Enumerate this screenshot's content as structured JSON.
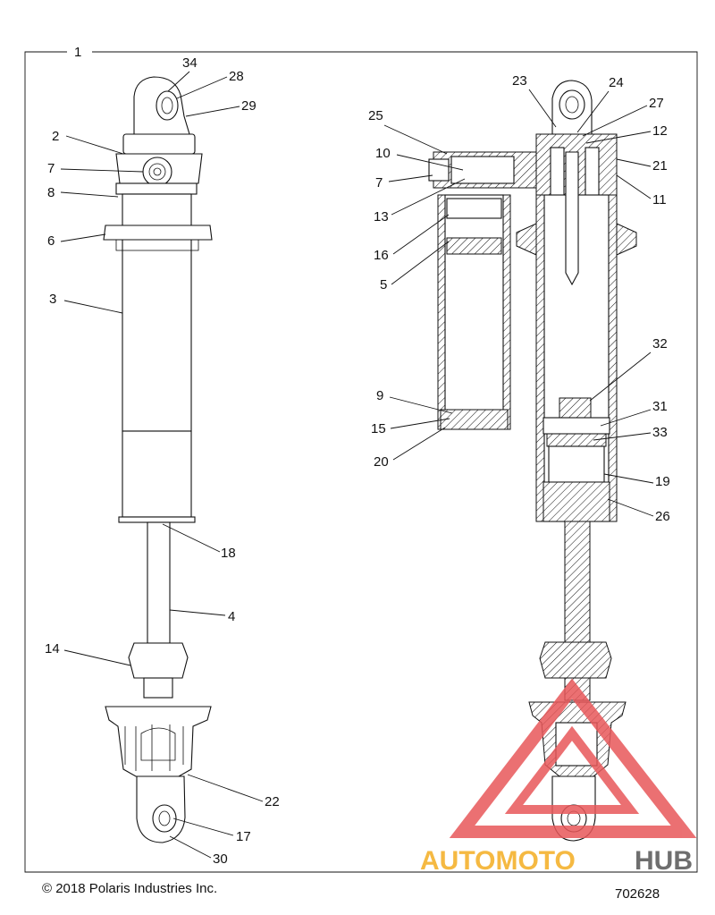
{
  "callouts": [
    {
      "id": "1"
    },
    {
      "id": "34"
    },
    {
      "id": "28"
    },
    {
      "id": "29"
    },
    {
      "id": "2"
    },
    {
      "id": "7"
    },
    {
      "id": "8"
    },
    {
      "id": "6"
    },
    {
      "id": "3"
    },
    {
      "id": "18"
    },
    {
      "id": "4"
    },
    {
      "id": "14"
    },
    {
      "id": "22"
    },
    {
      "id": "17"
    },
    {
      "id": "30"
    },
    {
      "id": "23"
    },
    {
      "id": "24"
    },
    {
      "id": "27"
    },
    {
      "id": "25"
    },
    {
      "id": "12"
    },
    {
      "id": "10"
    },
    {
      "id": "21"
    },
    {
      "id": "7"
    },
    {
      "id": "11"
    },
    {
      "id": "13"
    },
    {
      "id": "16"
    },
    {
      "id": "5"
    },
    {
      "id": "32"
    },
    {
      "id": "9"
    },
    {
      "id": "31"
    },
    {
      "id": "15"
    },
    {
      "id": "33"
    },
    {
      "id": "20"
    },
    {
      "id": "19"
    },
    {
      "id": "26"
    }
  ],
  "footer": {
    "copyright": "© 2018 Polaris Industries Inc.",
    "diagram_number": "702628"
  },
  "watermark": {
    "text_a": "AUTOMOTO",
    "text_b": "HUB",
    "color_a": "#f5b942",
    "color_b": "#6e6e6e",
    "logo_color": "#e8585a"
  }
}
